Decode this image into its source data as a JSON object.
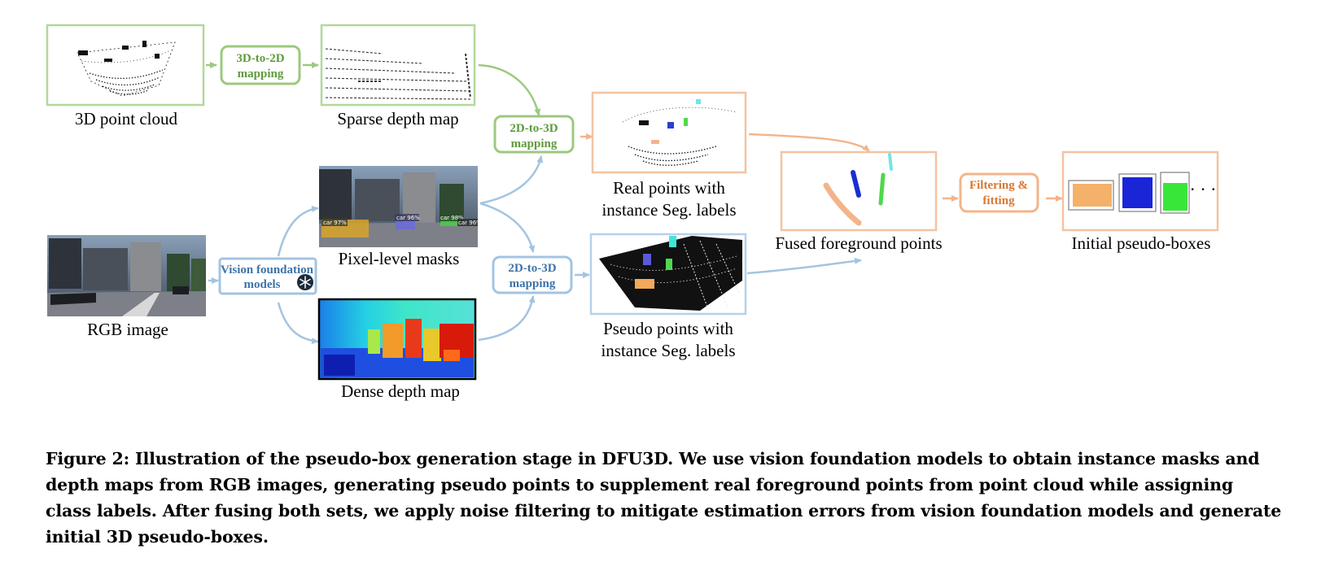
{
  "colors": {
    "green": "#9cc97f",
    "green_text": "#5e9a3c",
    "blue": "#a3c4e2",
    "blue_text": "#3e73a8",
    "orange": "#f3b48a",
    "orange_text": "#d9772f",
    "frame_green": "#b2d89a",
    "frame_orange": "#f3c3a2",
    "frame_blue": "#b6d0ea"
  },
  "labels": {
    "point_cloud": "3D point cloud",
    "sparse_depth": "Sparse depth map",
    "rgb_image": "RGB image",
    "pixel_masks": "Pixel-level masks",
    "dense_depth": "Dense depth map",
    "real_points_1": "Real points with",
    "real_points_2": "instance Seg. labels",
    "pseudo_points_1": "Pseudo points with",
    "pseudo_points_2": "instance Seg. labels",
    "fused": "Fused foreground points",
    "initial_boxes": "Initial pseudo-boxes"
  },
  "process_boxes": {
    "map_3d2d_1": "3D-to-2D",
    "map_3d2d_2": "mapping",
    "map_2d3d_top_1": "2D-to-3D",
    "map_2d3d_top_2": "mapping",
    "map_2d3d_bot_1": "2D-to-3D",
    "map_2d3d_bot_2": "mapping",
    "vfm_1": "Vision foundation",
    "vfm_2": "models",
    "filter_1": "Filtering &",
    "filter_2": "fitting"
  },
  "mask_tags": {
    "tag1": "car 97%",
    "tag2": "car 96%",
    "tag3": "car 98%",
    "tag4": "car 96%"
  },
  "ellipsis": "· · ·",
  "icons": {
    "frozen": "snowflake-icon"
  },
  "caption": "Figure 2: Illustration of the pseudo-box generation stage in DFU3D. We use vision foundation models to obtain instance masks and depth maps from RGB images, generating pseudo points to supplement real foreground points from point cloud while assigning class labels. After fusing both sets, we apply noise filtering to mitigate estimation errors from vision foundation models and generate initial 3D pseudo-boxes."
}
